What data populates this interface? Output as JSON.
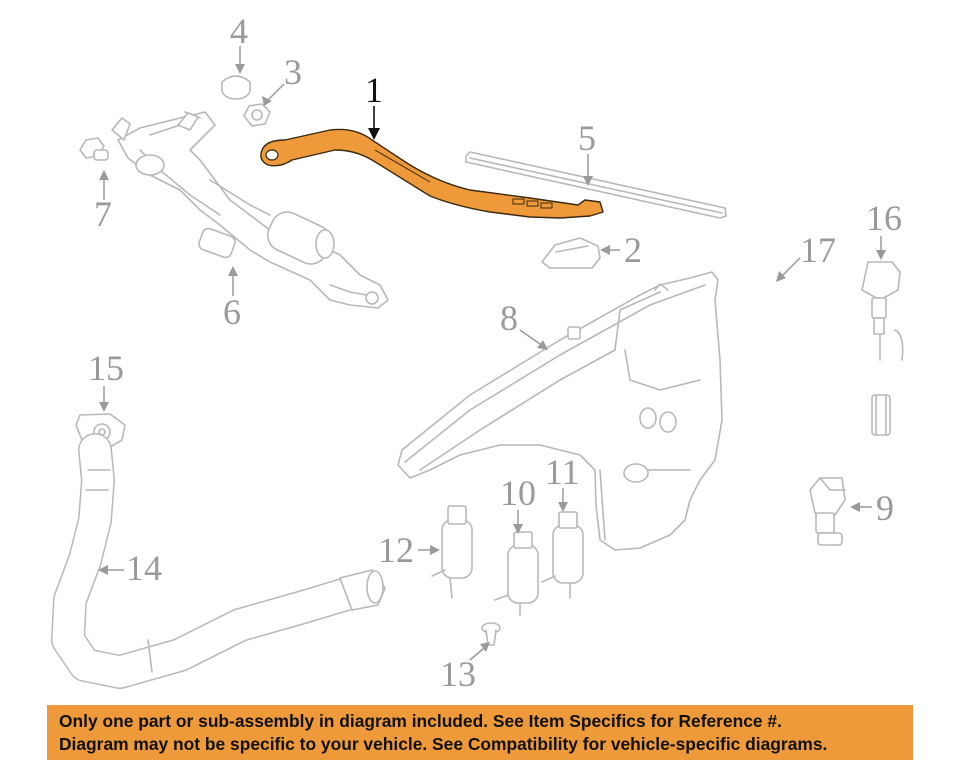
{
  "callouts": {
    "c1": "1",
    "c2": "2",
    "c3": "3",
    "c4": "4",
    "c5": "5",
    "c6": "6",
    "c7": "7",
    "c8": "8",
    "c9": "9",
    "c10": "10",
    "c11": "11",
    "c12": "12",
    "c13": "13",
    "c14": "14",
    "c15": "15",
    "c16": "16",
    "c17": "17"
  },
  "highlight_color": "#ee9a3b",
  "disclaimer": {
    "line1": "Only one part or sub-assembly in diagram included. See Item Specifics for Reference #.",
    "line2": "Diagram may not be specific to your vehicle. See Compatibility for vehicle-specific diagrams."
  }
}
